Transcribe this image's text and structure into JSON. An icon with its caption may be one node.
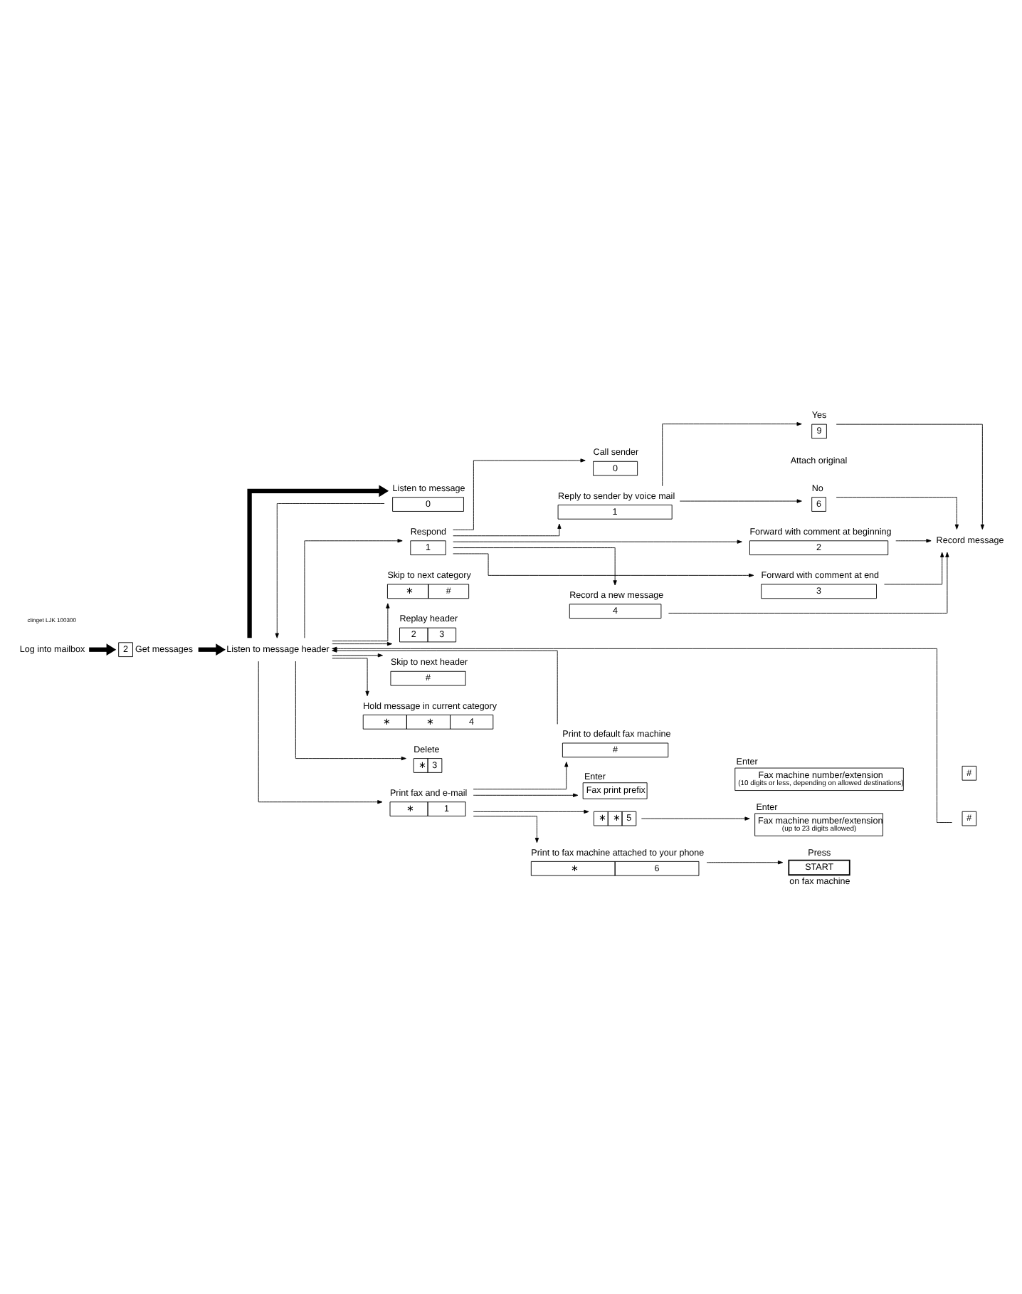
{
  "diagram": {
    "nodes": [
      {
        "text": [
          "Log into mailbox"
        ]
      },
      {
        "text": [
          "2"
        ],
        "beside": [
          "Get messages"
        ]
      },
      {
        "text": [
          "Listen to message header"
        ]
      },
      {
        "text": [
          "Listen to message",
          "0"
        ]
      },
      {
        "text": [
          "Respond",
          "1"
        ]
      },
      {
        "text": [
          "Skip to next category",
          "∗",
          "#"
        ]
      },
      {
        "text": [
          "Replay header",
          "2",
          "3"
        ]
      },
      {
        "text": [
          "Skip to next header",
          "#"
        ]
      },
      {
        "text": [
          "Hold message in current category",
          "∗",
          "∗",
          "4"
        ]
      },
      {
        "text": [
          "Delete",
          "∗",
          "3"
        ]
      },
      {
        "text": [
          "Print fax and e-mail",
          "∗",
          "1"
        ]
      },
      {
        "text": [
          "Call sender",
          "0"
        ]
      },
      {
        "text": [
          "Reply to sender by voice mail",
          "1"
        ]
      },
      {
        "text": [
          "Yes",
          "9"
        ]
      },
      {
        "text": [
          "No",
          "6"
        ]
      },
      {
        "text": [
          "Forward with comment at beginning",
          "2"
        ]
      },
      {
        "text": [
          "Forward with comment at end",
          "3"
        ]
      },
      {
        "text": [
          "Record a new message",
          "4"
        ]
      },
      {
        "text": [
          "Record message"
        ]
      },
      {
        "text": [
          "Print to default fax machine",
          "#"
        ]
      },
      {
        "text": [
          "Enter",
          "Fax print prefix"
        ]
      },
      {
        "text": [
          "Enter",
          "Fax machine number/extension",
          "(10 digits or less, depending on allowed destinations)"
        ]
      },
      {
        "text": [
          "#"
        ]
      },
      {
        "text": [
          "∗",
          "∗",
          "5"
        ]
      },
      {
        "text": [
          "Enter",
          "Fax machine number/extension",
          "(up to 23 digits allowed)"
        ]
      },
      {
        "text": [
          "#"
        ]
      },
      {
        "text": [
          "Print to fax machine attached to your phone",
          "∗",
          "6"
        ]
      },
      {
        "text": [
          "Press",
          "START",
          "on fax machine"
        ]
      }
    ],
    "edges": [
      {
        "from": 0,
        "to": 1,
        "arrow": "to",
        "style": "thick"
      },
      {
        "from": 1,
        "to": 2,
        "arrow": "to",
        "style": "thick"
      },
      {
        "from": 2,
        "to": 3,
        "arrow": "to",
        "style": "thick"
      },
      {
        "from": 2,
        "to": 4,
        "arrow": "to"
      },
      {
        "from": 2,
        "to": 5,
        "arrow": "to"
      },
      {
        "from": 2,
        "to": 6,
        "arrow": "to"
      },
      {
        "from": 2,
        "to": 7,
        "arrow": "to"
      },
      {
        "from": 2,
        "to": 8,
        "arrow": "to"
      },
      {
        "from": 2,
        "to": 9,
        "arrow": "to"
      },
      {
        "from": 2,
        "to": 10,
        "arrow": "to"
      },
      {
        "from": 3,
        "to": 2,
        "arrow": "to"
      },
      {
        "from": 4,
        "to": 11,
        "arrow": "to"
      },
      {
        "from": 4,
        "to": 12,
        "arrow": "to"
      },
      {
        "from": 4,
        "to": 15,
        "arrow": "to"
      },
      {
        "from": 4,
        "to": 16,
        "arrow": "to"
      },
      {
        "from": 4,
        "to": 17,
        "arrow": "to"
      },
      {
        "from": 12,
        "to": 13,
        "arrow": "to"
      },
      {
        "from": 12,
        "to": 14,
        "arrow": "to"
      },
      {
        "from": 13,
        "to": 18,
        "arrow": "to"
      },
      {
        "from": 14,
        "to": 18,
        "arrow": "to"
      },
      {
        "from": 15,
        "to": 18,
        "arrow": "to"
      },
      {
        "from": 16,
        "to": 18,
        "arrow": "to"
      },
      {
        "from": 17,
        "to": 18,
        "arrow": "to"
      },
      {
        "from": 10,
        "to": 19,
        "arrow": "to"
      },
      {
        "from": 10,
        "to": 20,
        "arrow": "to"
      },
      {
        "from": 10,
        "to": 23,
        "arrow": "to"
      },
      {
        "from": 10,
        "to": 26,
        "arrow": "to"
      },
      {
        "from": 23,
        "to": 24,
        "arrow": "to"
      },
      {
        "from": 26,
        "to": 27,
        "arrow": "to"
      },
      {
        "from": 19,
        "to": 2,
        "arrow": "to"
      },
      {
        "from": 25,
        "to": 2,
        "arrow": "to"
      }
    ],
    "labels": [
      "Attach original",
      "clinget LJK 100300"
    ]
  }
}
